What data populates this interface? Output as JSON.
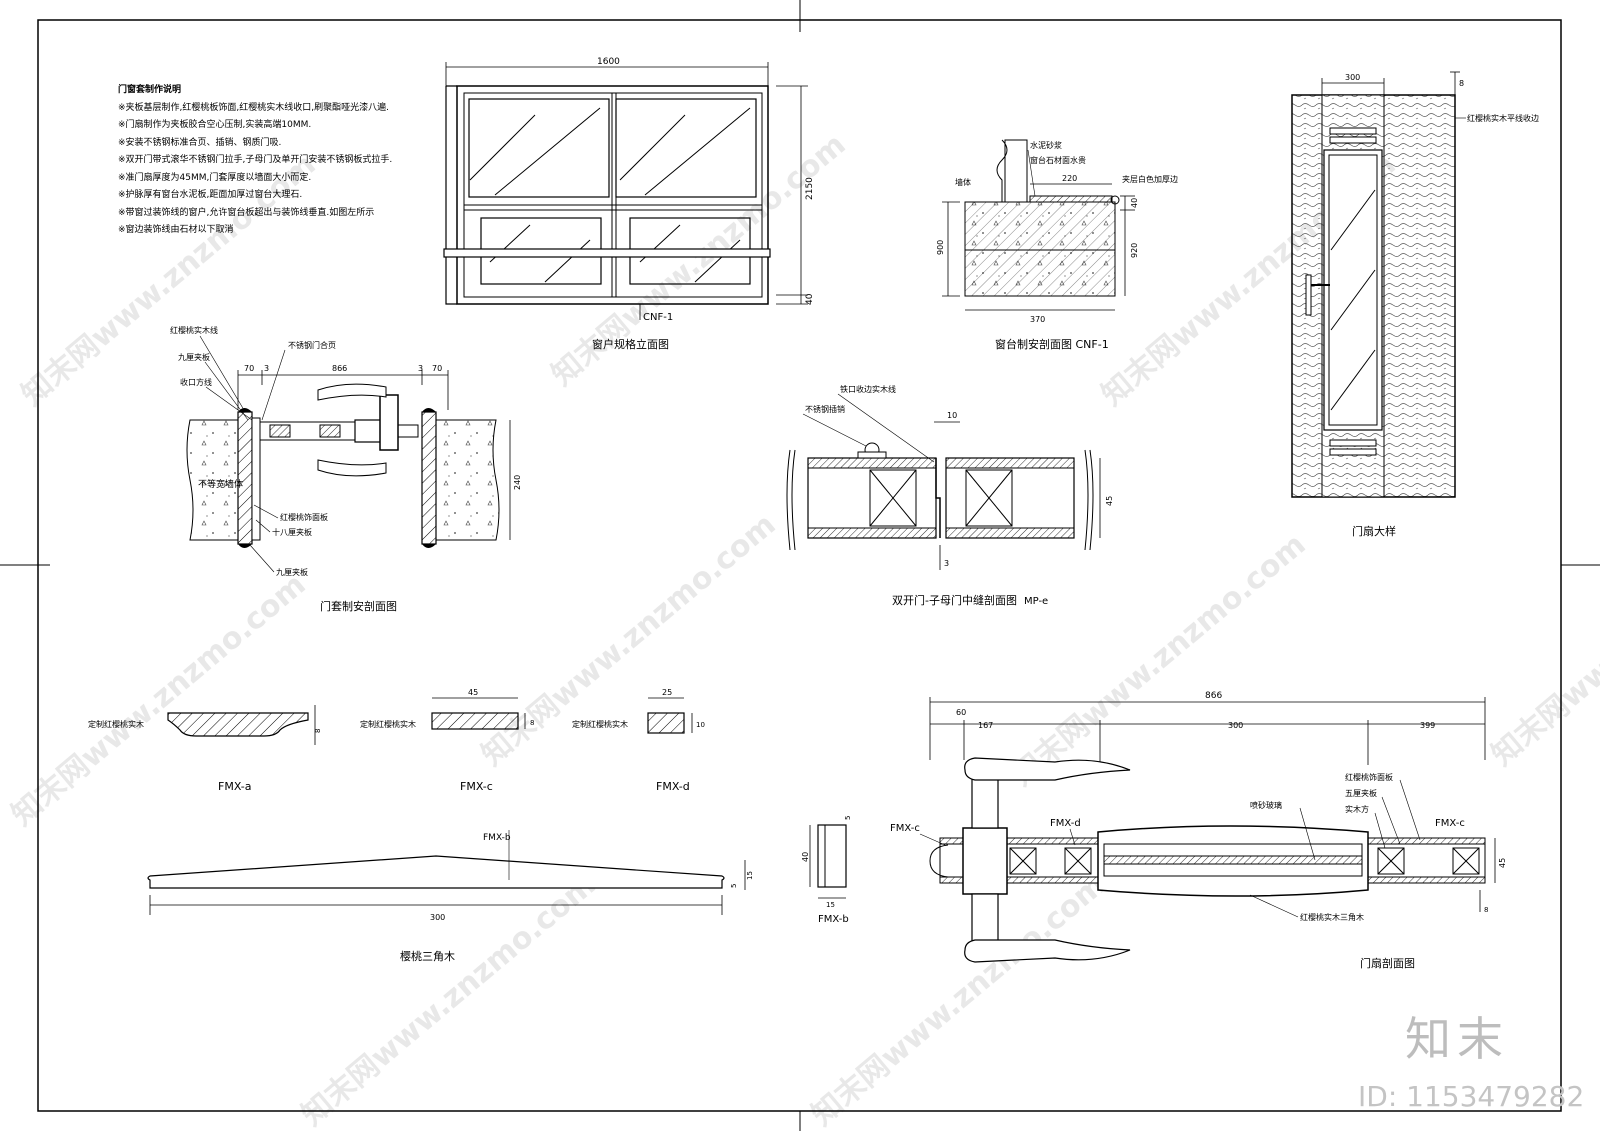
{
  "notes": {
    "title": "门窗套制作说明",
    "items": [
      "※夹板基层制作,红樱桃板饰面,红樱桃实木线收口,刷聚酯哑光漆八遍.",
      "※门扇制作为夹板胶合空心压制,实装高端10MM.",
      "※安装不锈钢标准合页、插销、钢质门吸.",
      "※双开门带式滚华不锈钢门拉手,子母门及单开门安装不锈钢板式拉手.",
      "※准门扇厚度为45MM,门套厚度以墙面大小而定.",
      "※护脉厚有窗台水泥板,距面加厚过窗台大理石.",
      "※带窗过装饰线的窗户,允许窗台板超出与装饰线垂直.如图左所示",
      "※窗边装饰线由石材以下取消"
    ]
  },
  "captions": {
    "window_elevation": "窗户规格立面图",
    "window_elevation_code": "CNF-1",
    "sill_section": "窗台制安剖面图 CNF-1",
    "door_detail": "门扇大样",
    "frame_section": "门套制安剖面图",
    "double_door": "双开门-子母门中缝剖面图",
    "double_door_code": "MP-e",
    "fmx_a": "FMX-a",
    "fmx_c": "FMX-c",
    "fmx_d": "FMX-d",
    "fmx_b": "FMX-b",
    "triangle": "樱桃三角木",
    "leaf_section": "门扇剖面图"
  },
  "labels": {
    "red_cherry_line": "红樱桃实木线",
    "nine_ply": "九厘夹板",
    "trim_line": "收口方线",
    "ss_hinge": "不锈钢门合页",
    "wall": "不等宽墙体",
    "cherry_panel": "红樱桃饰面板",
    "eighteen_ply": "十八厘夹板",
    "nine_ply_2": "九厘夹板",
    "mortar": "水泥砂浆",
    "sill_stone": "窗台石材面水贵",
    "wall_2": "墙体",
    "white_edge": "夹层白色加厚边",
    "trim_wood": "铁口收边实木线",
    "ss_bolt": "不锈钢插销",
    "cherry_flat": "红樱桃实木平线收边",
    "custom_wood": "定制红樱桃实木",
    "custom_wood_c": "定制红樱桃实木",
    "custom_wood_d": "定制红樱桃实木",
    "cherry_face": "红樱桃饰面板",
    "five_ply": "五厘夹板",
    "solid_wood": "实木方",
    "sand_glass": "喷砂玻璃",
    "triangle_wood": "红樱桃实木三角木"
  },
  "dims": {
    "w1600": "1600",
    "h2150": "2150",
    "h40": "40",
    "d220": "220",
    "d40": "40",
    "d900": "900",
    "d920": "920",
    "d370": "370",
    "d300": "300",
    "d8": "8",
    "f70a": "70",
    "f3a": "3",
    "f866": "866",
    "f3b": "3",
    "f70b": "70",
    "f240": "240",
    "m10": "10",
    "m45": "45",
    "m3": "3",
    "a8": "8",
    "c45": "45",
    "c8": "8",
    "d25": "25",
    "d10": "10",
    "t300": "300",
    "t15": "15",
    "t5": "5",
    "b15": "15",
    "b40": "40",
    "b5": "5",
    "s866": "866",
    "s60": "60",
    "s167": "167",
    "s300": "300",
    "s399": "399",
    "s45": "45",
    "s8": "8"
  },
  "branding": {
    "logo": "知末",
    "id": "ID: 1153479282",
    "watermark": "知末网www.znzmo.com"
  }
}
